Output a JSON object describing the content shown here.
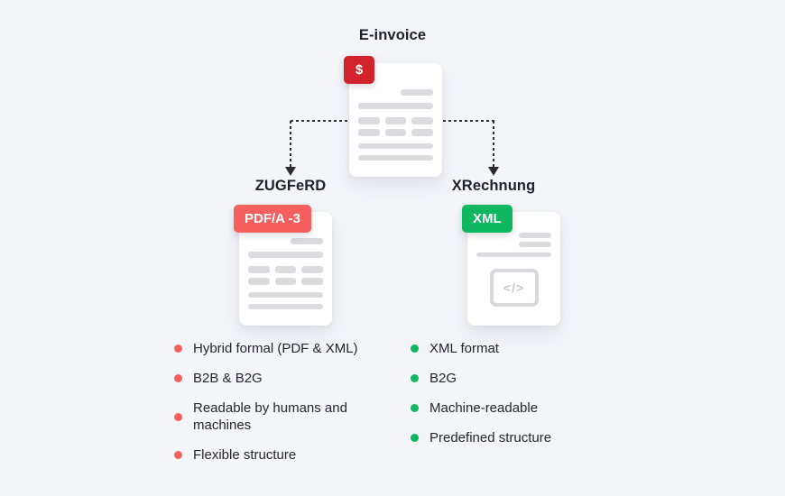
{
  "diagram": {
    "background_color": "#f4f5f9",
    "text_color": "#22262f",
    "connector_color": "#2e2e2e",
    "card_color": "#ffffff",
    "doc_line_color": "#dcdce0",
    "root": {
      "title": "E-invoice",
      "badge": "$",
      "badge_color": "#d2222c"
    },
    "branches": [
      {
        "title": "ZUGFeRD",
        "badge": "PDF/A -3",
        "badge_color": "#f5605f",
        "bullet_color": "#f5605f",
        "bullets": [
          "Hybrid formal (PDF & XML)",
          "B2B & B2G",
          "Readable by humans and machines",
          "Flexible structure"
        ]
      },
      {
        "title": "XRechnung",
        "badge": "XML",
        "badge_color": "#10b761",
        "bullet_color": "#10b761",
        "code_glyph": "</>",
        "bullets": [
          "XML format",
          "B2G",
          "Machine-readable",
          "Predefined structure"
        ]
      }
    ]
  }
}
